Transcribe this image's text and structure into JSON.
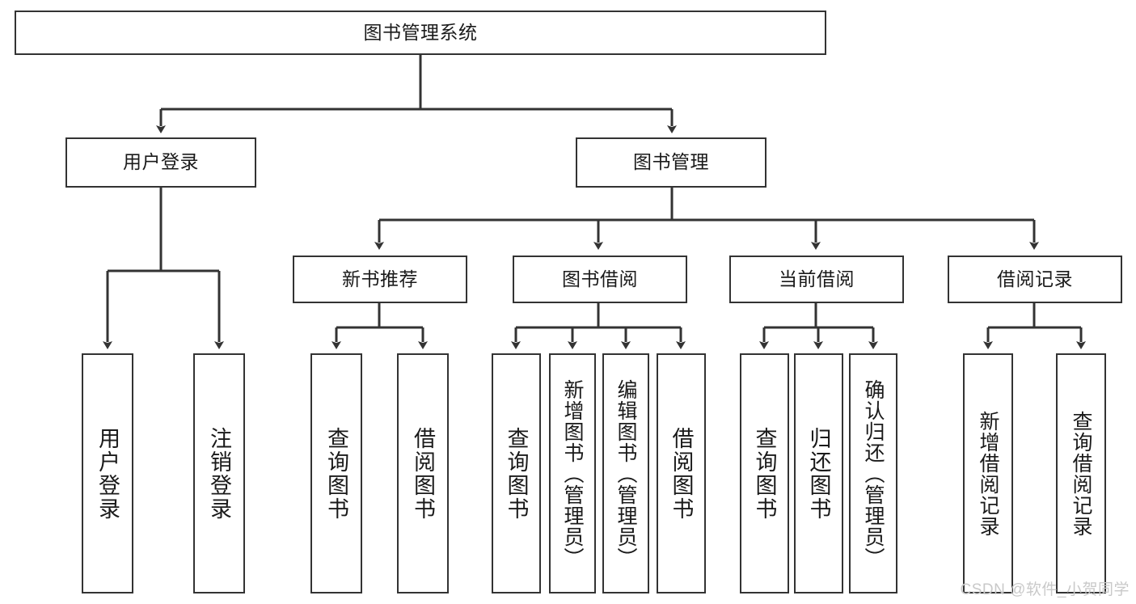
{
  "diagram": {
    "title": "图书管理系统",
    "type": "functional-structure-tree",
    "root": {
      "label": "图书管理系统"
    },
    "level2": [
      {
        "label": "用户登录"
      },
      {
        "label": "图书管理"
      }
    ],
    "level3": [
      {
        "label": "新书推荐"
      },
      {
        "label": "图书借阅"
      },
      {
        "label": "当前借阅"
      },
      {
        "label": "借阅记录"
      }
    ],
    "leaves": {
      "user_login": [
        {
          "label": "用户登录"
        },
        {
          "label": "注销登录"
        }
      ],
      "new_book_recommend": [
        {
          "label": "查询图书"
        },
        {
          "label": "借阅图书"
        }
      ],
      "book_borrow": [
        {
          "label": "查询图书"
        },
        {
          "label": "新增图书（管理员）"
        },
        {
          "label": "编辑图书（管理员）"
        },
        {
          "label": "借阅图书"
        }
      ],
      "current_borrow": [
        {
          "label": "查询图书"
        },
        {
          "label": "归还图书"
        },
        {
          "label": "确认归还（管理员）"
        }
      ],
      "borrow_record": [
        {
          "label": "新增借阅记录"
        },
        {
          "label": "查询借阅记录"
        }
      ]
    }
  },
  "watermark": {
    "text": "CSDN @软件_小贺同学"
  },
  "colors": {
    "stroke": "#333333",
    "fill": "#ffffff",
    "text": "#1a1a1a",
    "watermark": "#c9c9c9"
  }
}
